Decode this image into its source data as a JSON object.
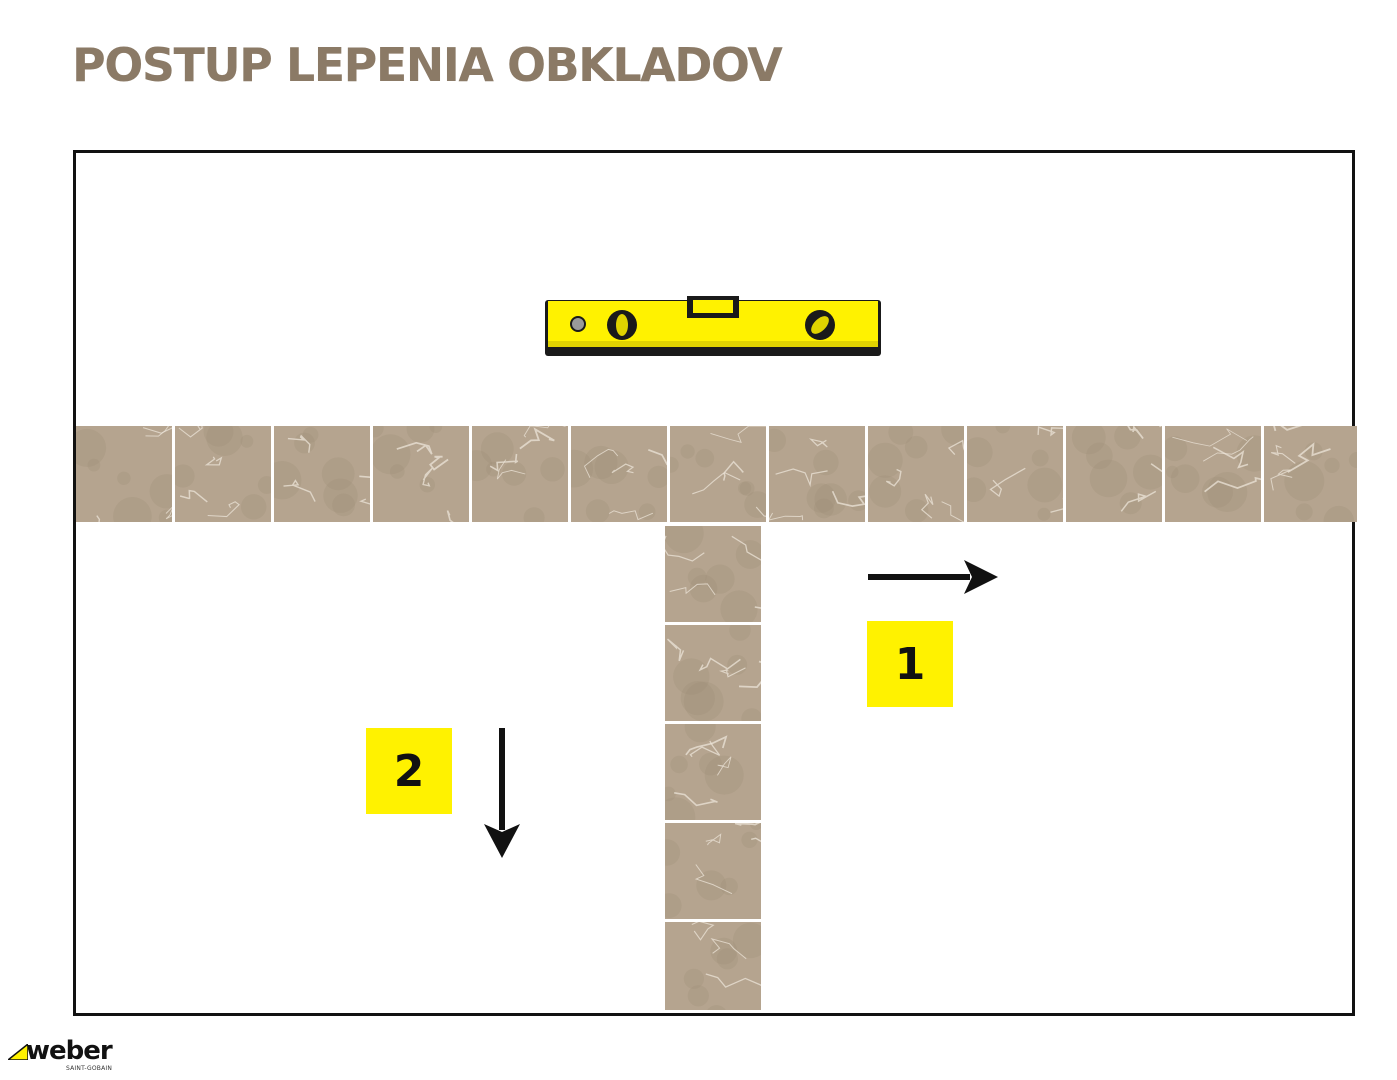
{
  "title": "POSTUP LEPENIA OBKLADOV",
  "steps": [
    {
      "number": "1",
      "direction": "right"
    },
    {
      "number": "2",
      "direction": "down"
    }
  ],
  "tiles": {
    "horizontal_row_count": 13,
    "vertical_column_count": 5
  },
  "tool": {
    "icon": "spirit-level-icon"
  },
  "brand": {
    "wordmark": "weber",
    "sub": "SAINT-GOBAIN"
  },
  "colors": {
    "title": "#8b7a66",
    "badge": "#fff200",
    "level_body": "#fff200",
    "tile_base": "#b5a48f",
    "arrow": "#111111"
  }
}
